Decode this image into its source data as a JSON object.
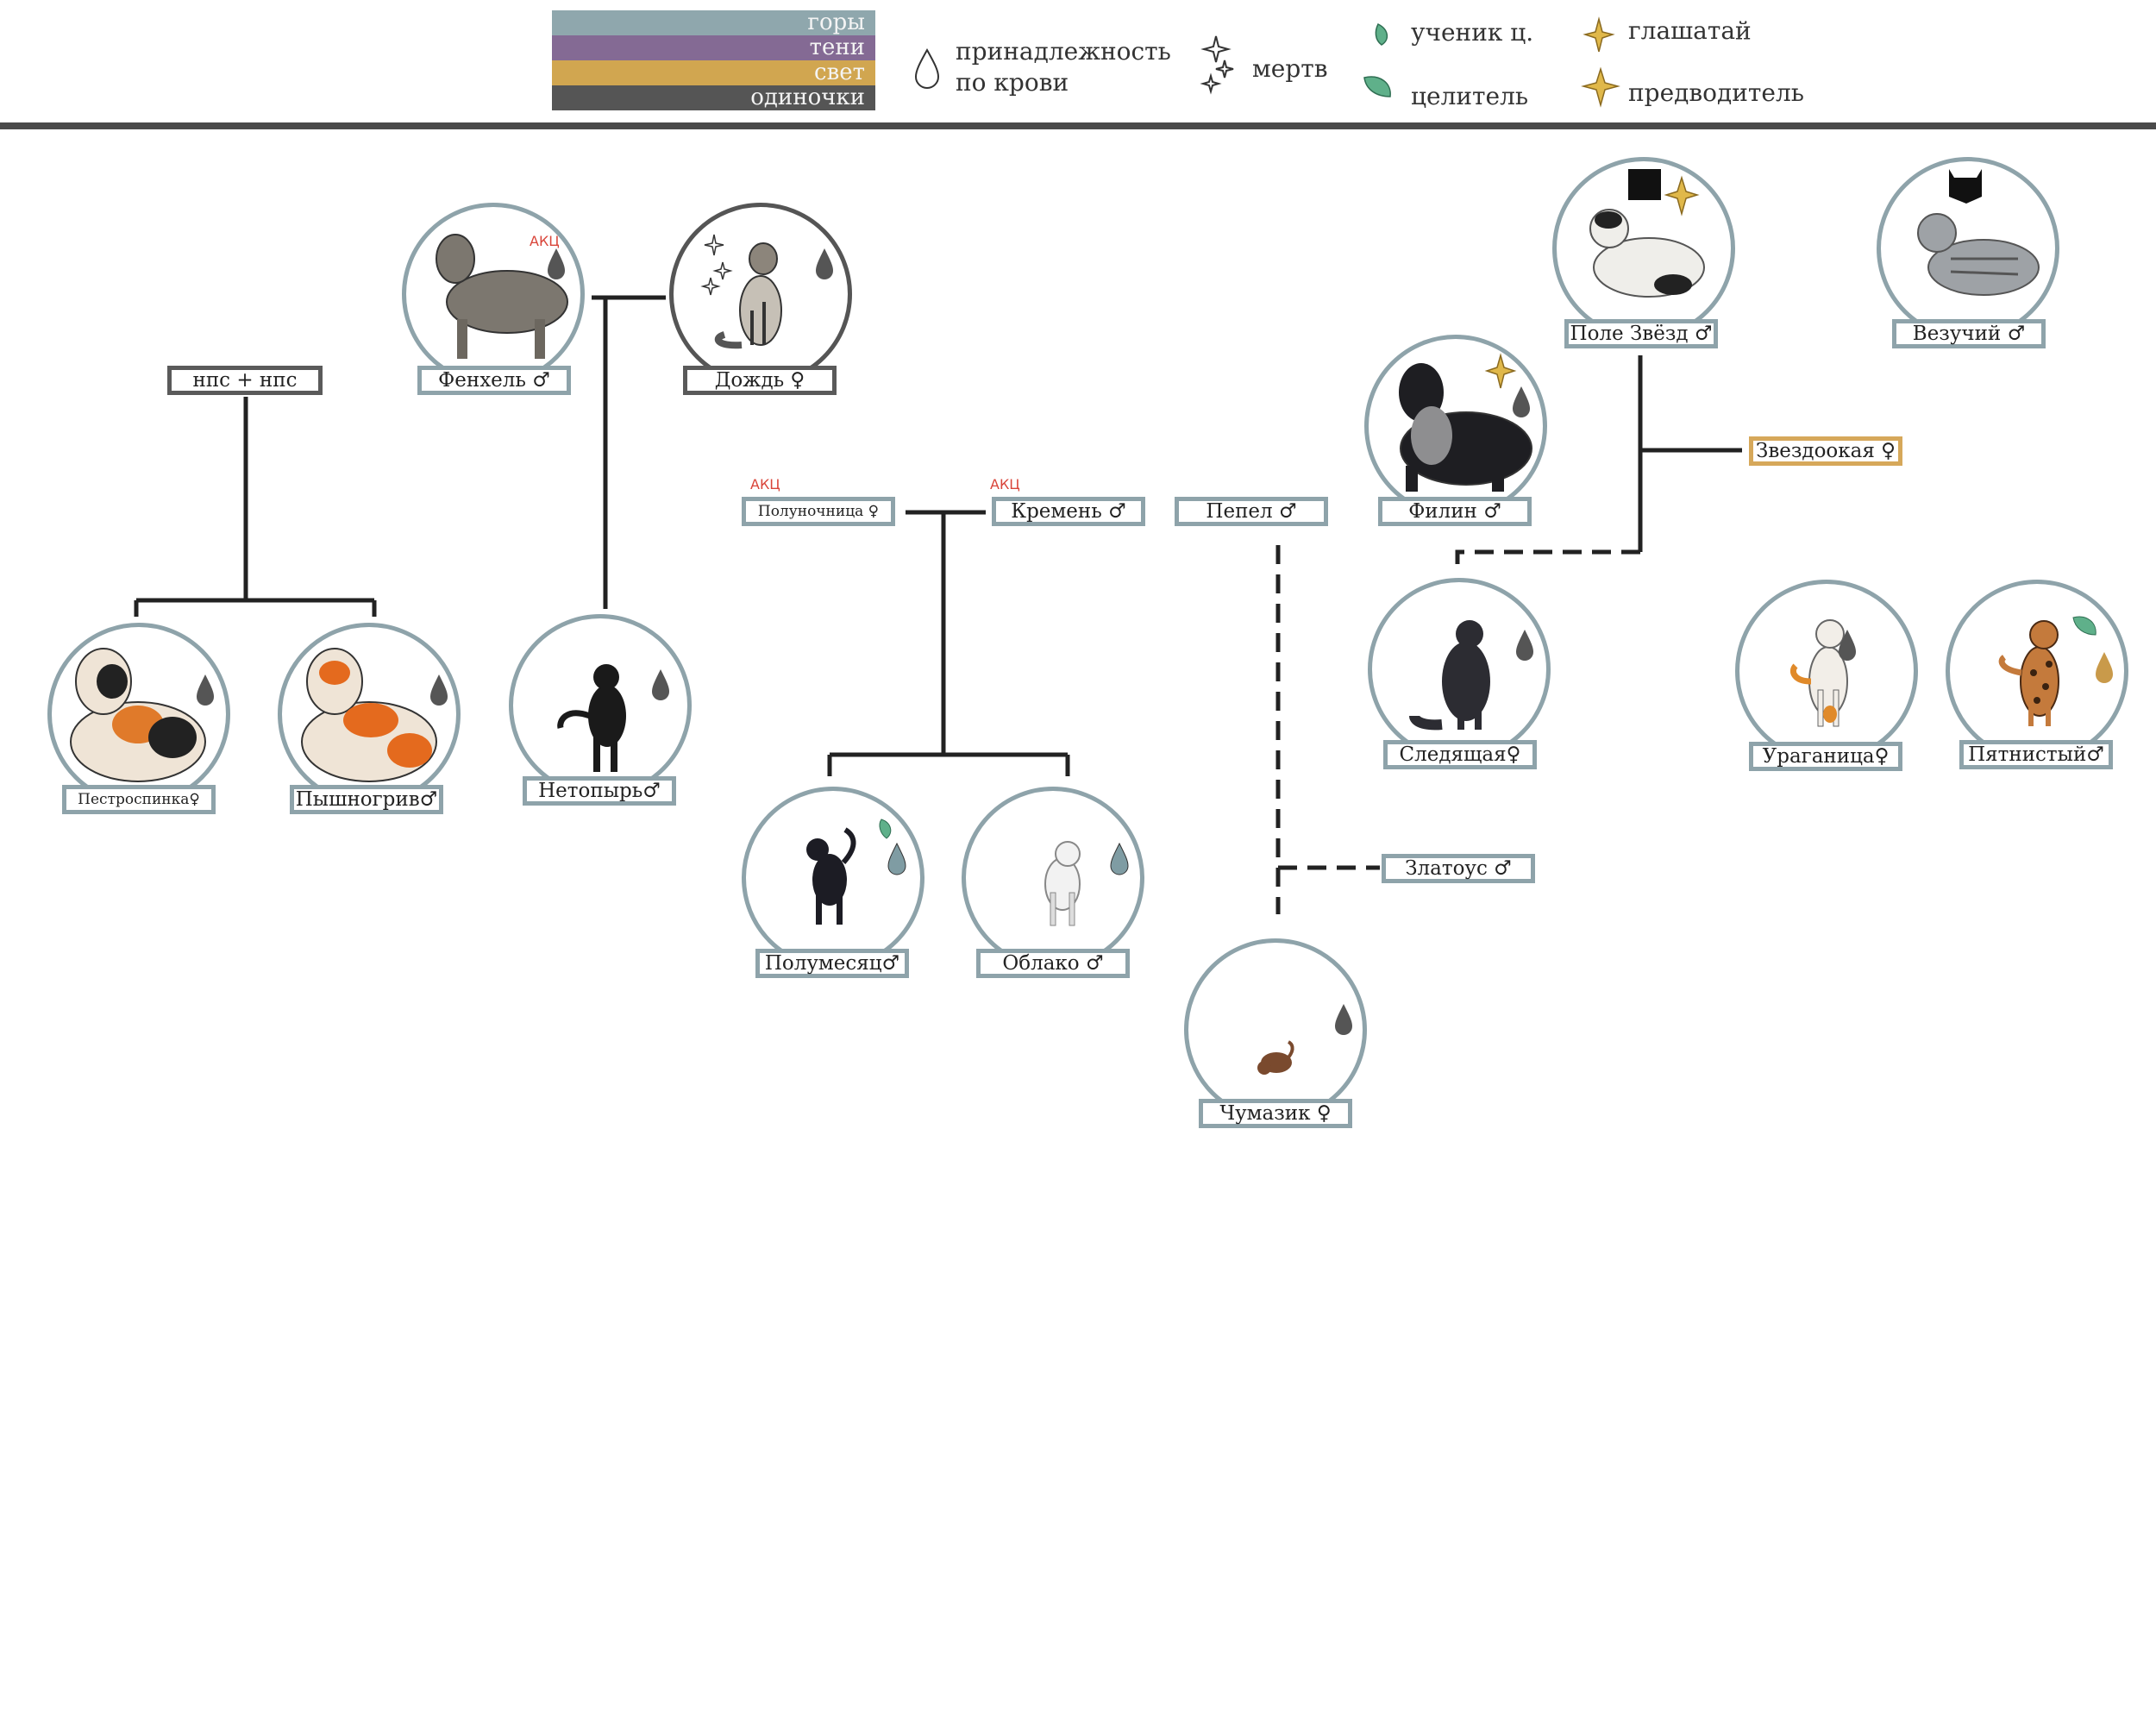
{
  "legend": {
    "factions": [
      {
        "name": "горы",
        "color": "#8fa7ad"
      },
      {
        "name": "тени",
        "color": "#846a94"
      },
      {
        "name": "свет",
        "color": "#d1a650"
      },
      {
        "name": "одиночки",
        "color": "#555555"
      }
    ],
    "blood_line1": "принадлежность",
    "blood_line2": "по крови",
    "dead": "мертв",
    "medicine_apprentice": "ученик ц.",
    "healer": "целитель",
    "herald": "глашатай",
    "leader": "предводитель"
  },
  "labels": {
    "npc_parents": "нпс + нпс",
    "fenhel": "Фенхель ♂",
    "dozhd": "Дождь ♀",
    "polunochnitsa": "Полуночница ♀",
    "kremen": "Кремень ♂",
    "pepel": "Пепел ♂",
    "filin": "Филин ♂",
    "pole_zvezd": "Поле Звёзд ♂",
    "vezuchiy": "Везучий ♂",
    "zvezdookaya": "Звездоокая ♀",
    "pestrospinka": "Пестроспинка♀",
    "pyshnogriv": "Пышногрив♂",
    "netopyr": "Нетопырь♂",
    "polumesyats": "Полумесяц♂",
    "oblako": "Облако ♂",
    "zlatous": "Златоус ♂",
    "sledyaschaya": "Следящая♀",
    "uraganitsa": "Ураганица♀",
    "pyatnistyy": "Пятнистый♂",
    "chumazik": "Чумазик ♀"
  },
  "akc_mark": "АКЦ",
  "colors": {
    "mountain_border": "#8ea3aa",
    "loner_border": "#555555",
    "light_border": "#d6a85a",
    "drop_grey": "#555555",
    "drop_blue": "#7f9ca3",
    "drop_gold": "#c99a4a",
    "leaf_green": "#5fb08a",
    "star_gold": "#e0b84a"
  }
}
